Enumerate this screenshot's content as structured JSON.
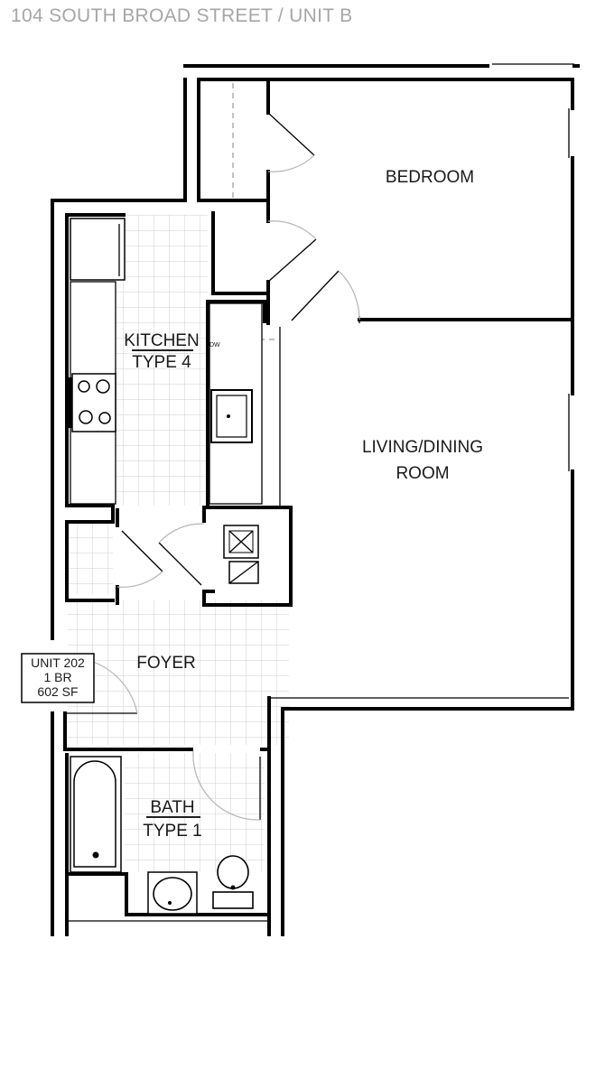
{
  "header": {
    "title": "104 SOUTH BROAD STREET  /  UNIT B"
  },
  "rooms": {
    "bedroom": "BEDROOM",
    "kitchen_line1": "KITCHEN",
    "kitchen_line2": "TYPE 4",
    "dishwasher": "DW",
    "living_line1": "LIVING/DINING",
    "living_line2": "ROOM",
    "foyer": "FOYER",
    "bath_line1": "BATH",
    "bath_line2": "TYPE 1"
  },
  "unit_tag": {
    "line1": "UNIT 202",
    "line2": "1 BR",
    "line3": "602 SF"
  },
  "colors": {
    "wall": "#000000",
    "title_text": "#a6a6a6",
    "tile_grid": "#cfcfcf"
  }
}
